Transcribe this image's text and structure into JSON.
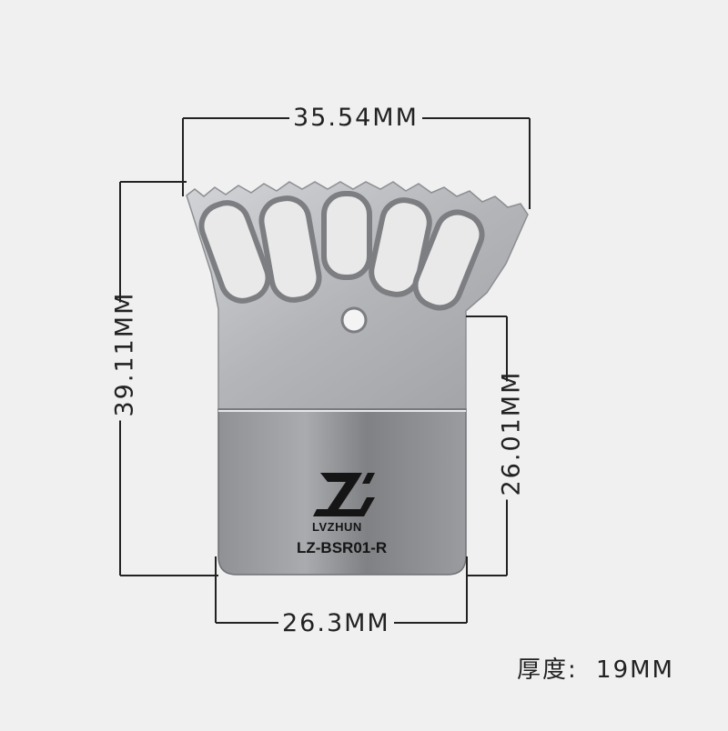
{
  "dimensions": {
    "top_width": "35.54MM",
    "total_height": "39.11MM",
    "backplate_height": "26.01MM",
    "bottom_width": "26.3MM"
  },
  "brand": {
    "logo_text": "LVZHUN",
    "model": "LZ-BSR01-R"
  },
  "thickness": {
    "label": "厚度:",
    "value": "19MM"
  },
  "colors": {
    "background": "#f0f0f0",
    "metal": "#b4b6ba",
    "friction_pad": "#8a8c8f",
    "dimension_line": "#222222"
  }
}
